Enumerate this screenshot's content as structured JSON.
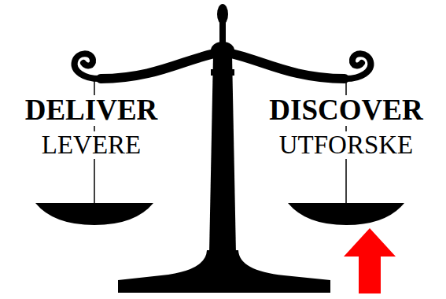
{
  "diagram": {
    "labels": [
      "DELIVER",
      "LEVERE",
      "DISCOVER",
      "UTFORSKE"
    ]
  }
}
